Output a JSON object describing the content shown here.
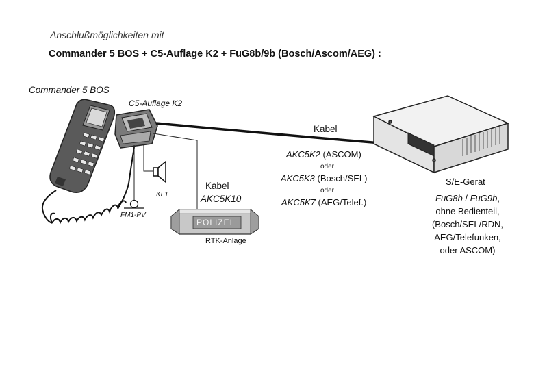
{
  "header": {
    "line1": "Anschlußmöglichkeiten mit",
    "line2": "Commander 5 BOS + C5-Auflage K2 + FuG8b/9b (Bosch/Ascom/AEG) :"
  },
  "devices": {
    "handset": "Commander 5 BOS",
    "cradle": "C5-Auflage K2",
    "speaker": "KL1",
    "fm1": "FM1-PV",
    "rtk_badge": "POLIZEI",
    "rtk_label": "RTK-Anlage",
    "se_title": "S/E-Gerät",
    "se_model_a": "FuG8b",
    "se_model_sep": " / ",
    "se_model_b": "FuG9b",
    "se_model_suffix": ",",
    "se_desc": [
      "ohne Bedienteil,",
      "(Bosch/SEL/RDN,",
      "AEG/Telefunken,",
      "oder ASCOM)"
    ]
  },
  "cable_left": {
    "title": "Kabel",
    "code": "AKC5K10"
  },
  "cable_right": {
    "title": "Kabel",
    "options": [
      {
        "code": "AKC5K2",
        "vendor": "(ASCOM)"
      },
      {
        "code": "AKC5K3",
        "vendor": "(Bosch/SEL)"
      },
      {
        "code": "AKC5K7",
        "vendor": "(AEG/Telef.)"
      }
    ],
    "separator": "oder"
  },
  "colors": {
    "line": "#111111",
    "handset_body": "#5a5a5a",
    "rtk_body": "#c8c8c8"
  }
}
